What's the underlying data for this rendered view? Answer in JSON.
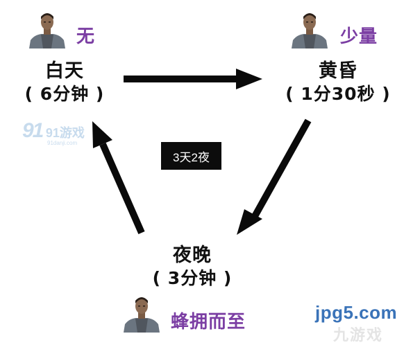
{
  "cycle": "3天2夜",
  "phases": {
    "day": {
      "name": "白天",
      "duration": "( 6分钟 )",
      "zombies": "无"
    },
    "dusk": {
      "name": "黄昏",
      "duration": "( 1分30秒 )",
      "zombies": "少量"
    },
    "night": {
      "name": "夜晚",
      "duration": "( 3分钟 )",
      "zombies": "蜂拥而至"
    }
  },
  "colors": {
    "zombie_text": "#7b3ea3",
    "arrow": "#0a0a0a",
    "cycle_box": "#0c0c0c"
  },
  "icons": {
    "portrait": "survivor-portrait-icon"
  },
  "watermarks": {
    "site_logo": "91游戏",
    "site_logo_url": "91danji.com",
    "corner": "jpg5.com"
  }
}
